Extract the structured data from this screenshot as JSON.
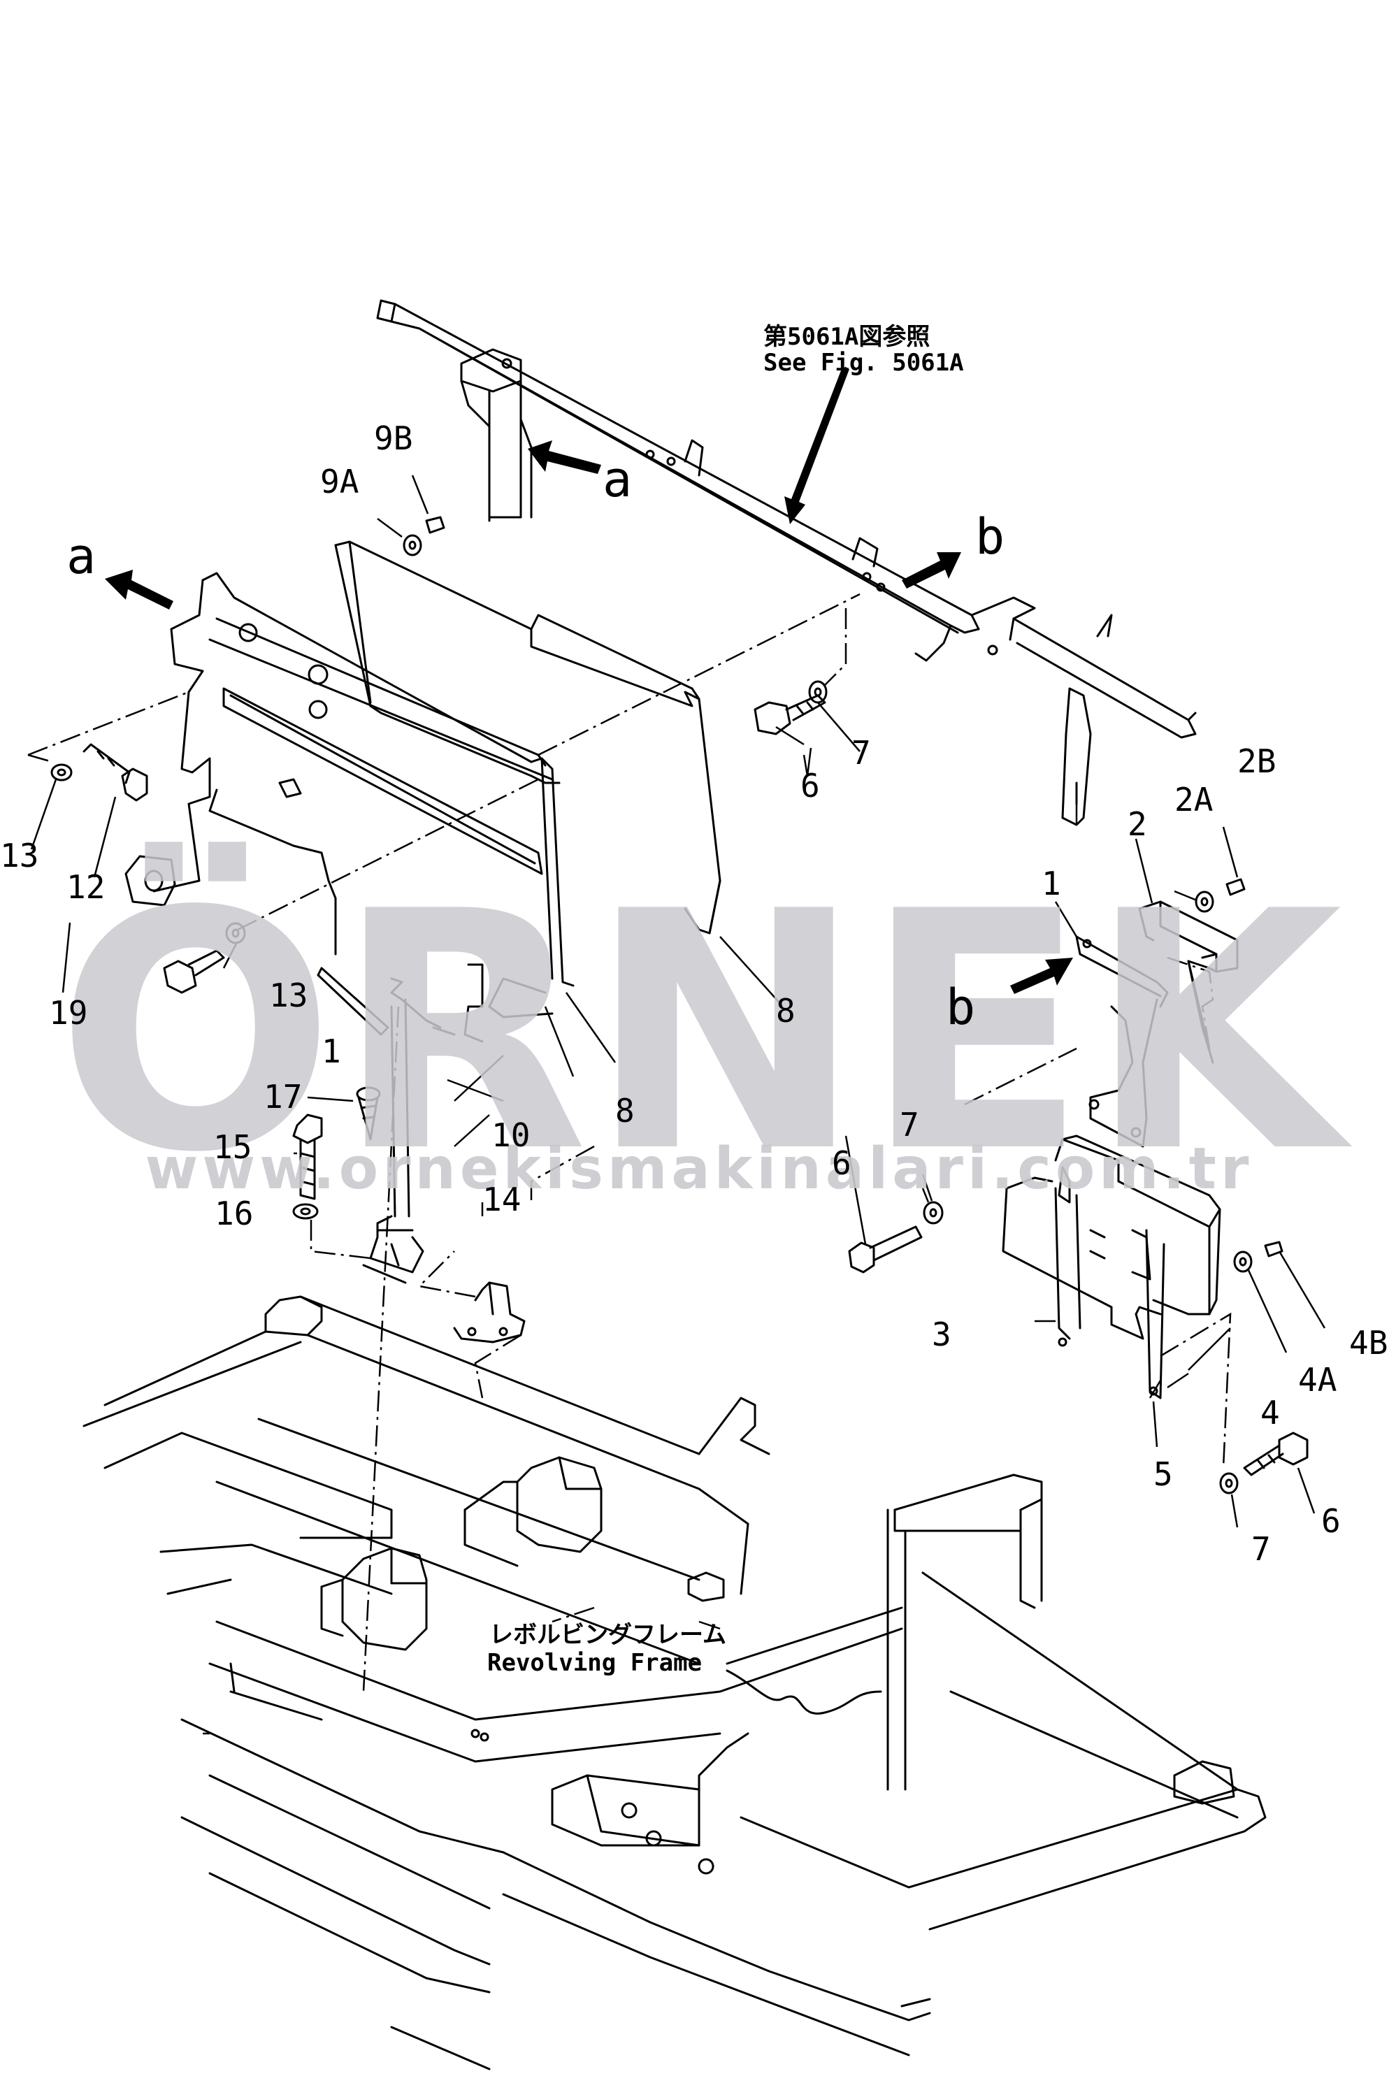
{
  "reference": {
    "jp": "第5061A図参照",
    "en": "See Fig. 5061A"
  },
  "frame_label": {
    "jp": "レボルビングフレーム",
    "en": "Revolving  Frame"
  },
  "view_arrows": {
    "a_top": "a",
    "a_left": "a",
    "b_top": "b",
    "b_right": "b"
  },
  "part_numbers": {
    "n1_right": "1",
    "n1_left": "1",
    "n2": "2",
    "n2A": "2A",
    "n2B": "2B",
    "n3": "3",
    "n4": "4",
    "n4A": "4A",
    "n4B": "4B",
    "n5": "5",
    "n6_top": "6",
    "n6_mid": "6",
    "n6_bottom": "6",
    "n7_top": "7",
    "n7_mid": "7",
    "n7_bottom": "7",
    "n8": "8",
    "n8_partial": "8",
    "n9A": "9A",
    "n9B": "9B",
    "n10": "10",
    "n12": "12",
    "n13_left": "13",
    "n13_mid": "13",
    "n14": "14",
    "n15": "15",
    "n16": "16",
    "n17": "17",
    "n19_partial": "19"
  },
  "watermark": {
    "brand": "ÖRNEK",
    "url": "www.ornekismakinalari.com.tr"
  }
}
